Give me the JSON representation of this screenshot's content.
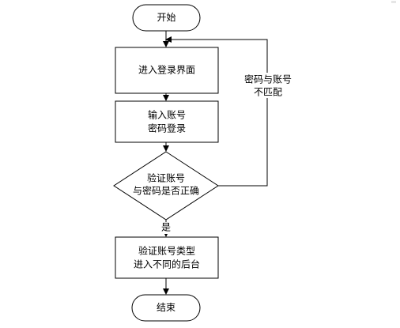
{
  "flowchart": {
    "start": "开始",
    "enter_login": "进入登录界面",
    "input_account": [
      "输入账号",
      "密码登录"
    ],
    "verify": [
      "验证账号",
      "与密码是否正确"
    ],
    "mismatch_label": [
      "密码与账号",
      "不匹配"
    ],
    "yes_label": "是",
    "dispatch": [
      "验证账号类型",
      "进入不同的后台"
    ],
    "end": "结束"
  }
}
